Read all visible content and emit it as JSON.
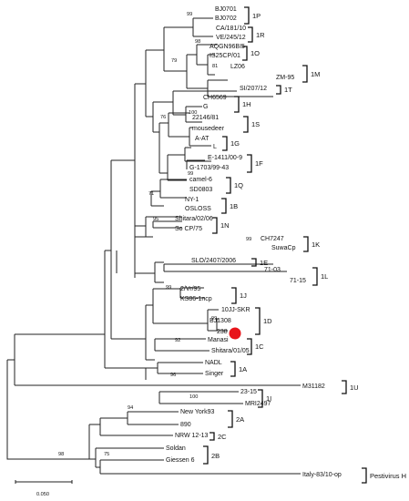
{
  "tree": {
    "leaves": [
      "BJ0701",
      "BJ0702",
      "CA/181/10",
      "VE/245/12",
      "AQGN96BI5",
      "IS25CP/01",
      "LZ06",
      "ZM-95",
      "SI/207/12",
      "CH6569",
      "G",
      "22146/81",
      "mousedeer",
      "A-AT",
      "L",
      "E-1411/00-9",
      "G-1703/99-43",
      "camel-6",
      "SD0803",
      "NY-1",
      "OSLOSS",
      "Shitara/02/06",
      "So CP/75",
      "CH7247",
      "SuwaCp",
      "SLO/2407/2006",
      "71-03",
      "71-15",
      "2/Vr/95",
      "KS86-1ncp",
      "10JJ-SKR",
      "BJ1308",
      "238",
      "Manasi",
      "Shitara/01/05",
      "NADL",
      "Singer",
      "23-15",
      "MRI2497",
      "M31182",
      "New York93",
      "890",
      "NRW 12-13",
      "Soldan",
      "Giessen 6",
      "Italy-83/10-op"
    ],
    "bootstrap": [
      "99",
      "98",
      "79",
      "81",
      "100",
      "76",
      "99",
      "71",
      "95",
      "99",
      "99",
      "99",
      "92",
      "96",
      "100",
      "94",
      "75",
      "98"
    ],
    "groups": [
      "1P",
      "1R",
      "1O",
      "1M",
      "1T",
      "1H",
      "1S",
      "1G",
      "1F",
      "1Q",
      "1B",
      "1N",
      "1K",
      "1E",
      "1L",
      "1J",
      "1D",
      "1C",
      "1A",
      "1I",
      "1U",
      "2A",
      "2C",
      "2B",
      "Pestivirus H"
    ],
    "highlight_color": "#e8141a",
    "scale_label": "0.050"
  }
}
